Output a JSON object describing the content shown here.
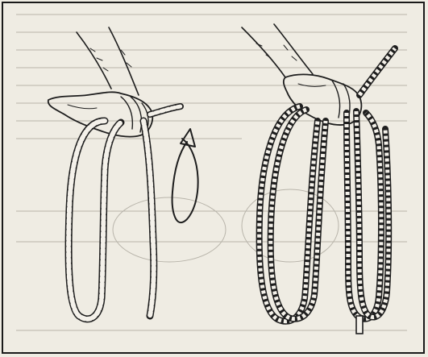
{
  "figure": {
    "background": "#efece3",
    "ink": "#1e1e1e",
    "bleedthrough": "#b8b4aa",
    "panels": [
      {
        "name": "left-hand-first-loops",
        "arrow": "curved-up-arrow"
      },
      {
        "name": "right-hand-coiled-rope"
      }
    ]
  }
}
